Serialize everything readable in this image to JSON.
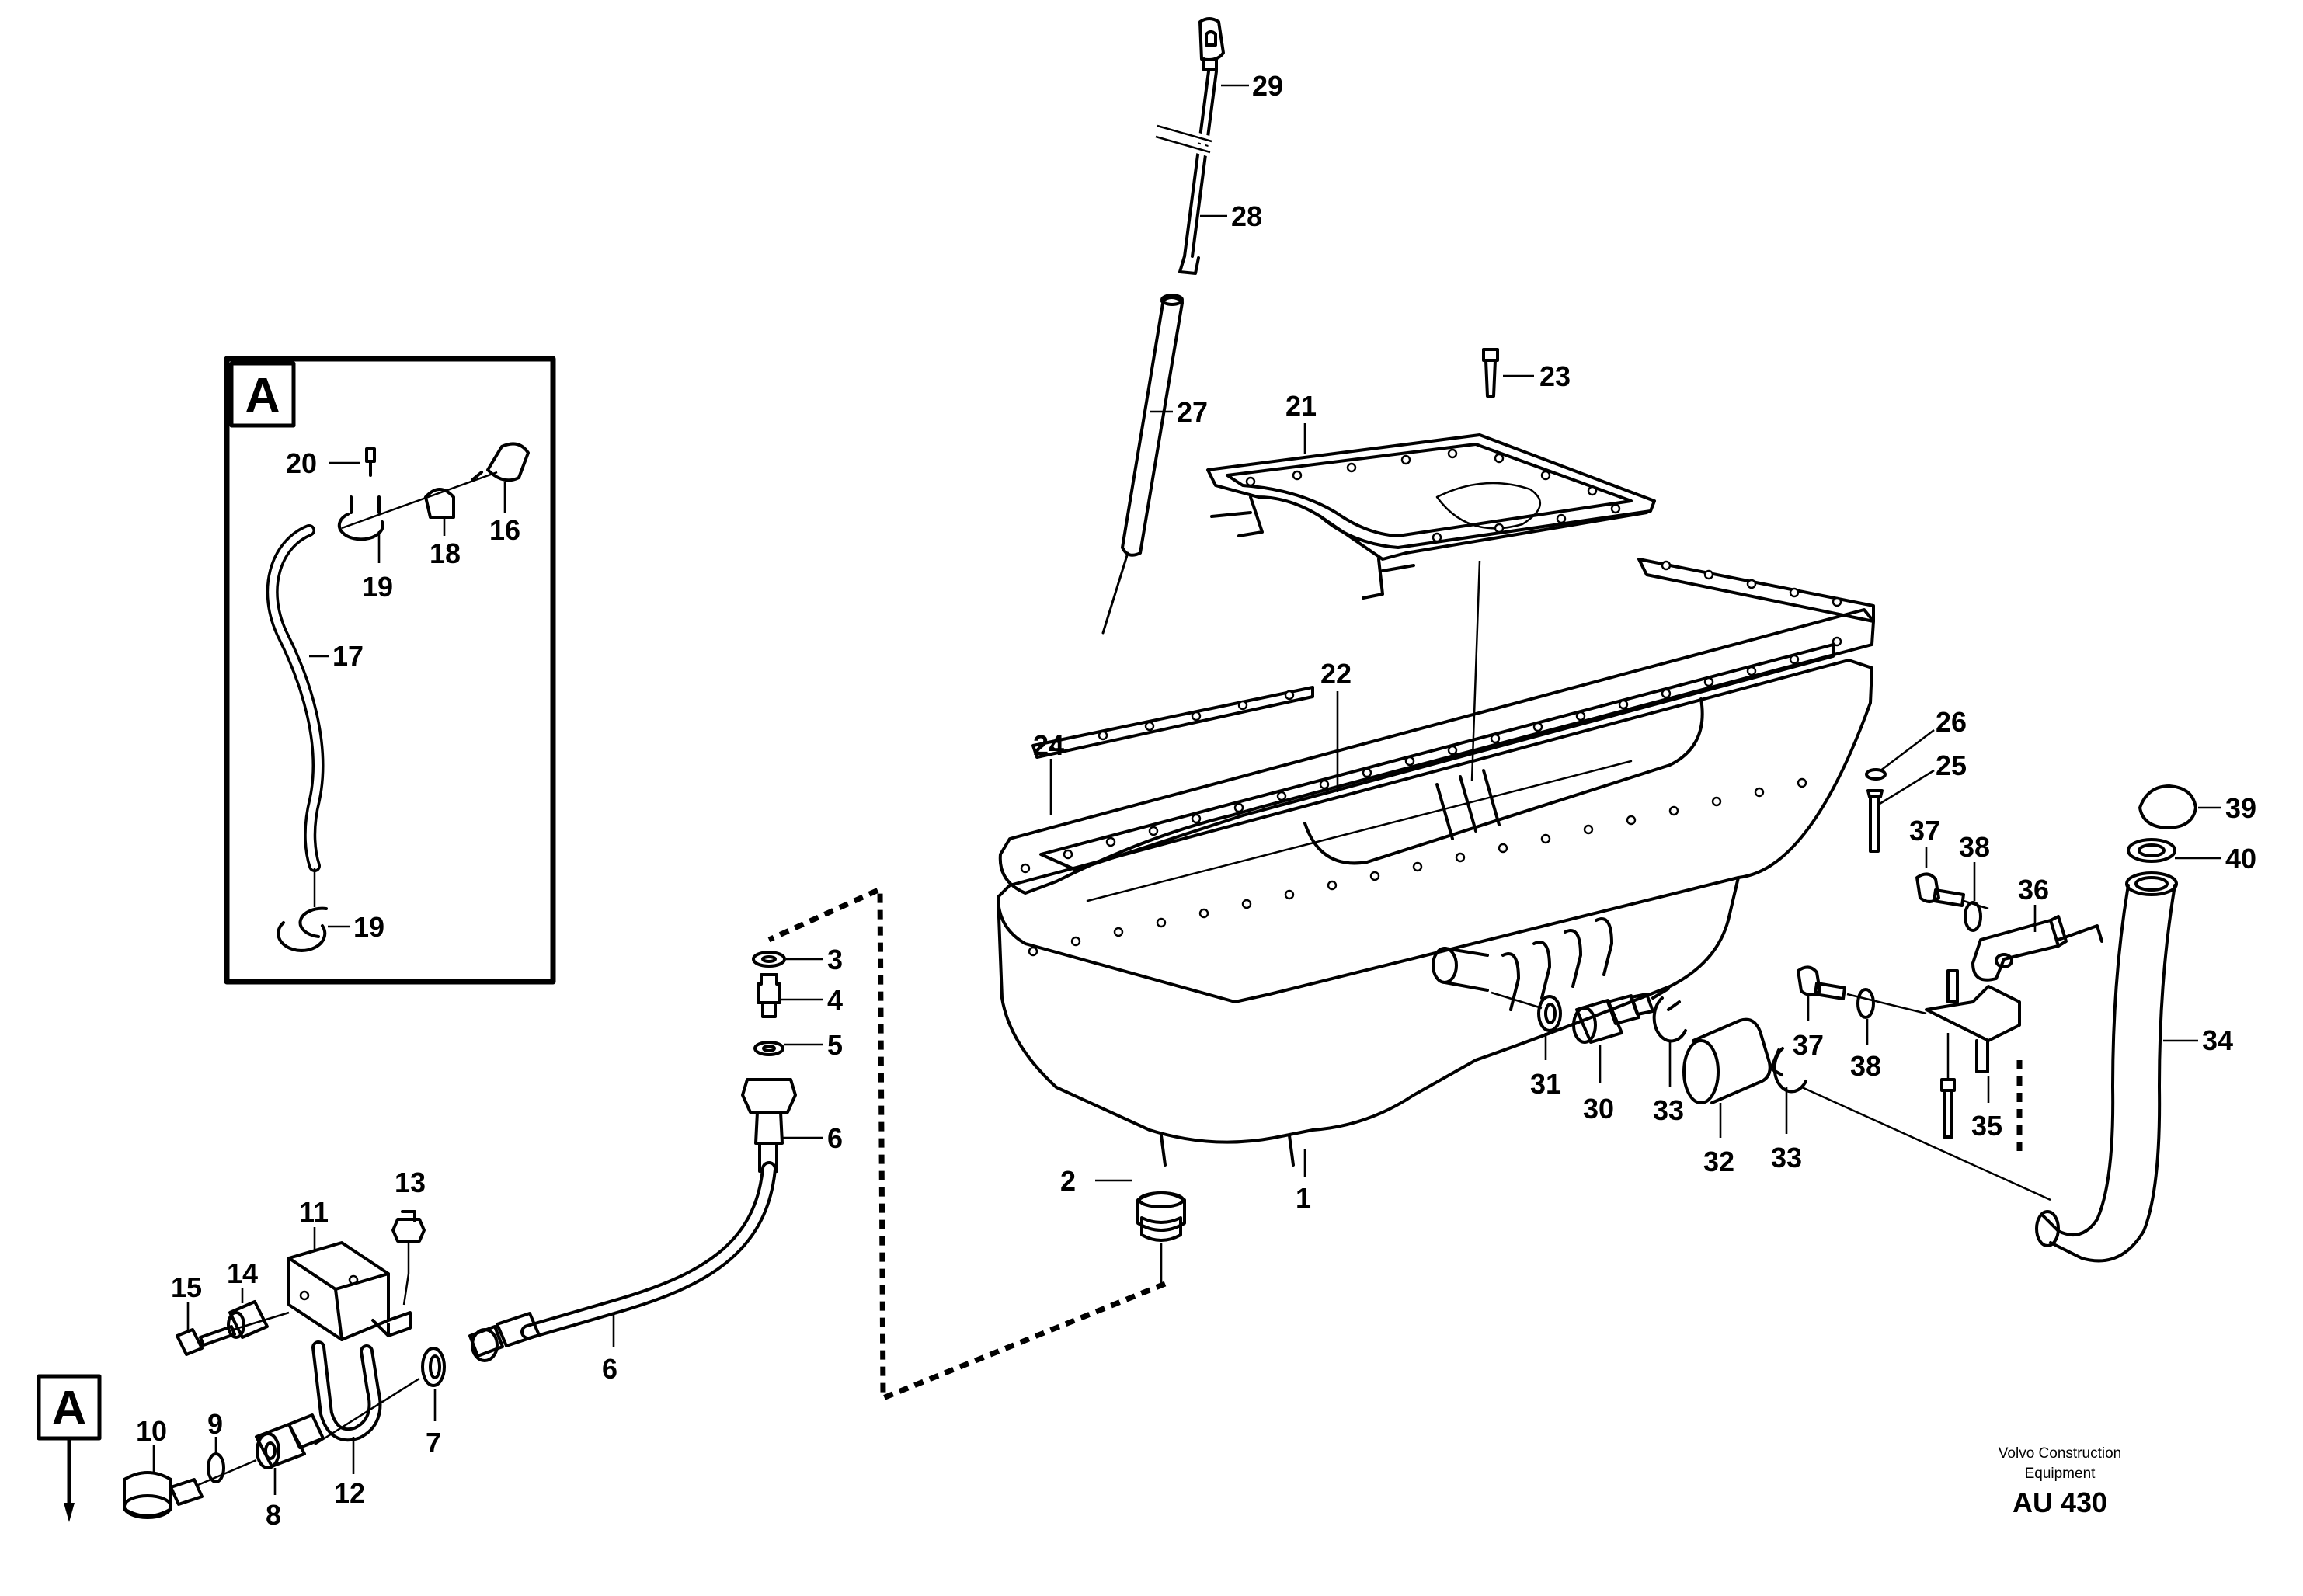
{
  "detail": {
    "letter": "A"
  },
  "callout": {
    "letter": "A"
  },
  "labels": {
    "p1": "1",
    "p2": "2",
    "p3": "3",
    "p4": "4",
    "p5": "5",
    "p6a": "6",
    "p6b": "6",
    "p7": "7",
    "p8": "8",
    "p9": "9",
    "p10": "10",
    "p11": "11",
    "p12": "12",
    "p13": "13",
    "p14": "14",
    "p15": "15",
    "p16": "16",
    "p17": "17",
    "p18": "18",
    "p19a": "19",
    "p19b": "19",
    "p20": "20",
    "p21": "21",
    "p22": "22",
    "p23": "23",
    "p24": "24",
    "p25": "25",
    "p26": "26",
    "p27": "27",
    "p28": "28",
    "p29": "29",
    "p30": "30",
    "p31": "31",
    "p32": "32",
    "p33a": "33",
    "p33b": "33",
    "p34": "34",
    "p35": "35",
    "p36": "36",
    "p37a": "37",
    "p37b": "37",
    "p38a": "38",
    "p38b": "38",
    "p39": "39",
    "p40": "40"
  },
  "footer": {
    "line1": "Volvo Construction",
    "line2": "Equipment",
    "code": "AU 430"
  }
}
